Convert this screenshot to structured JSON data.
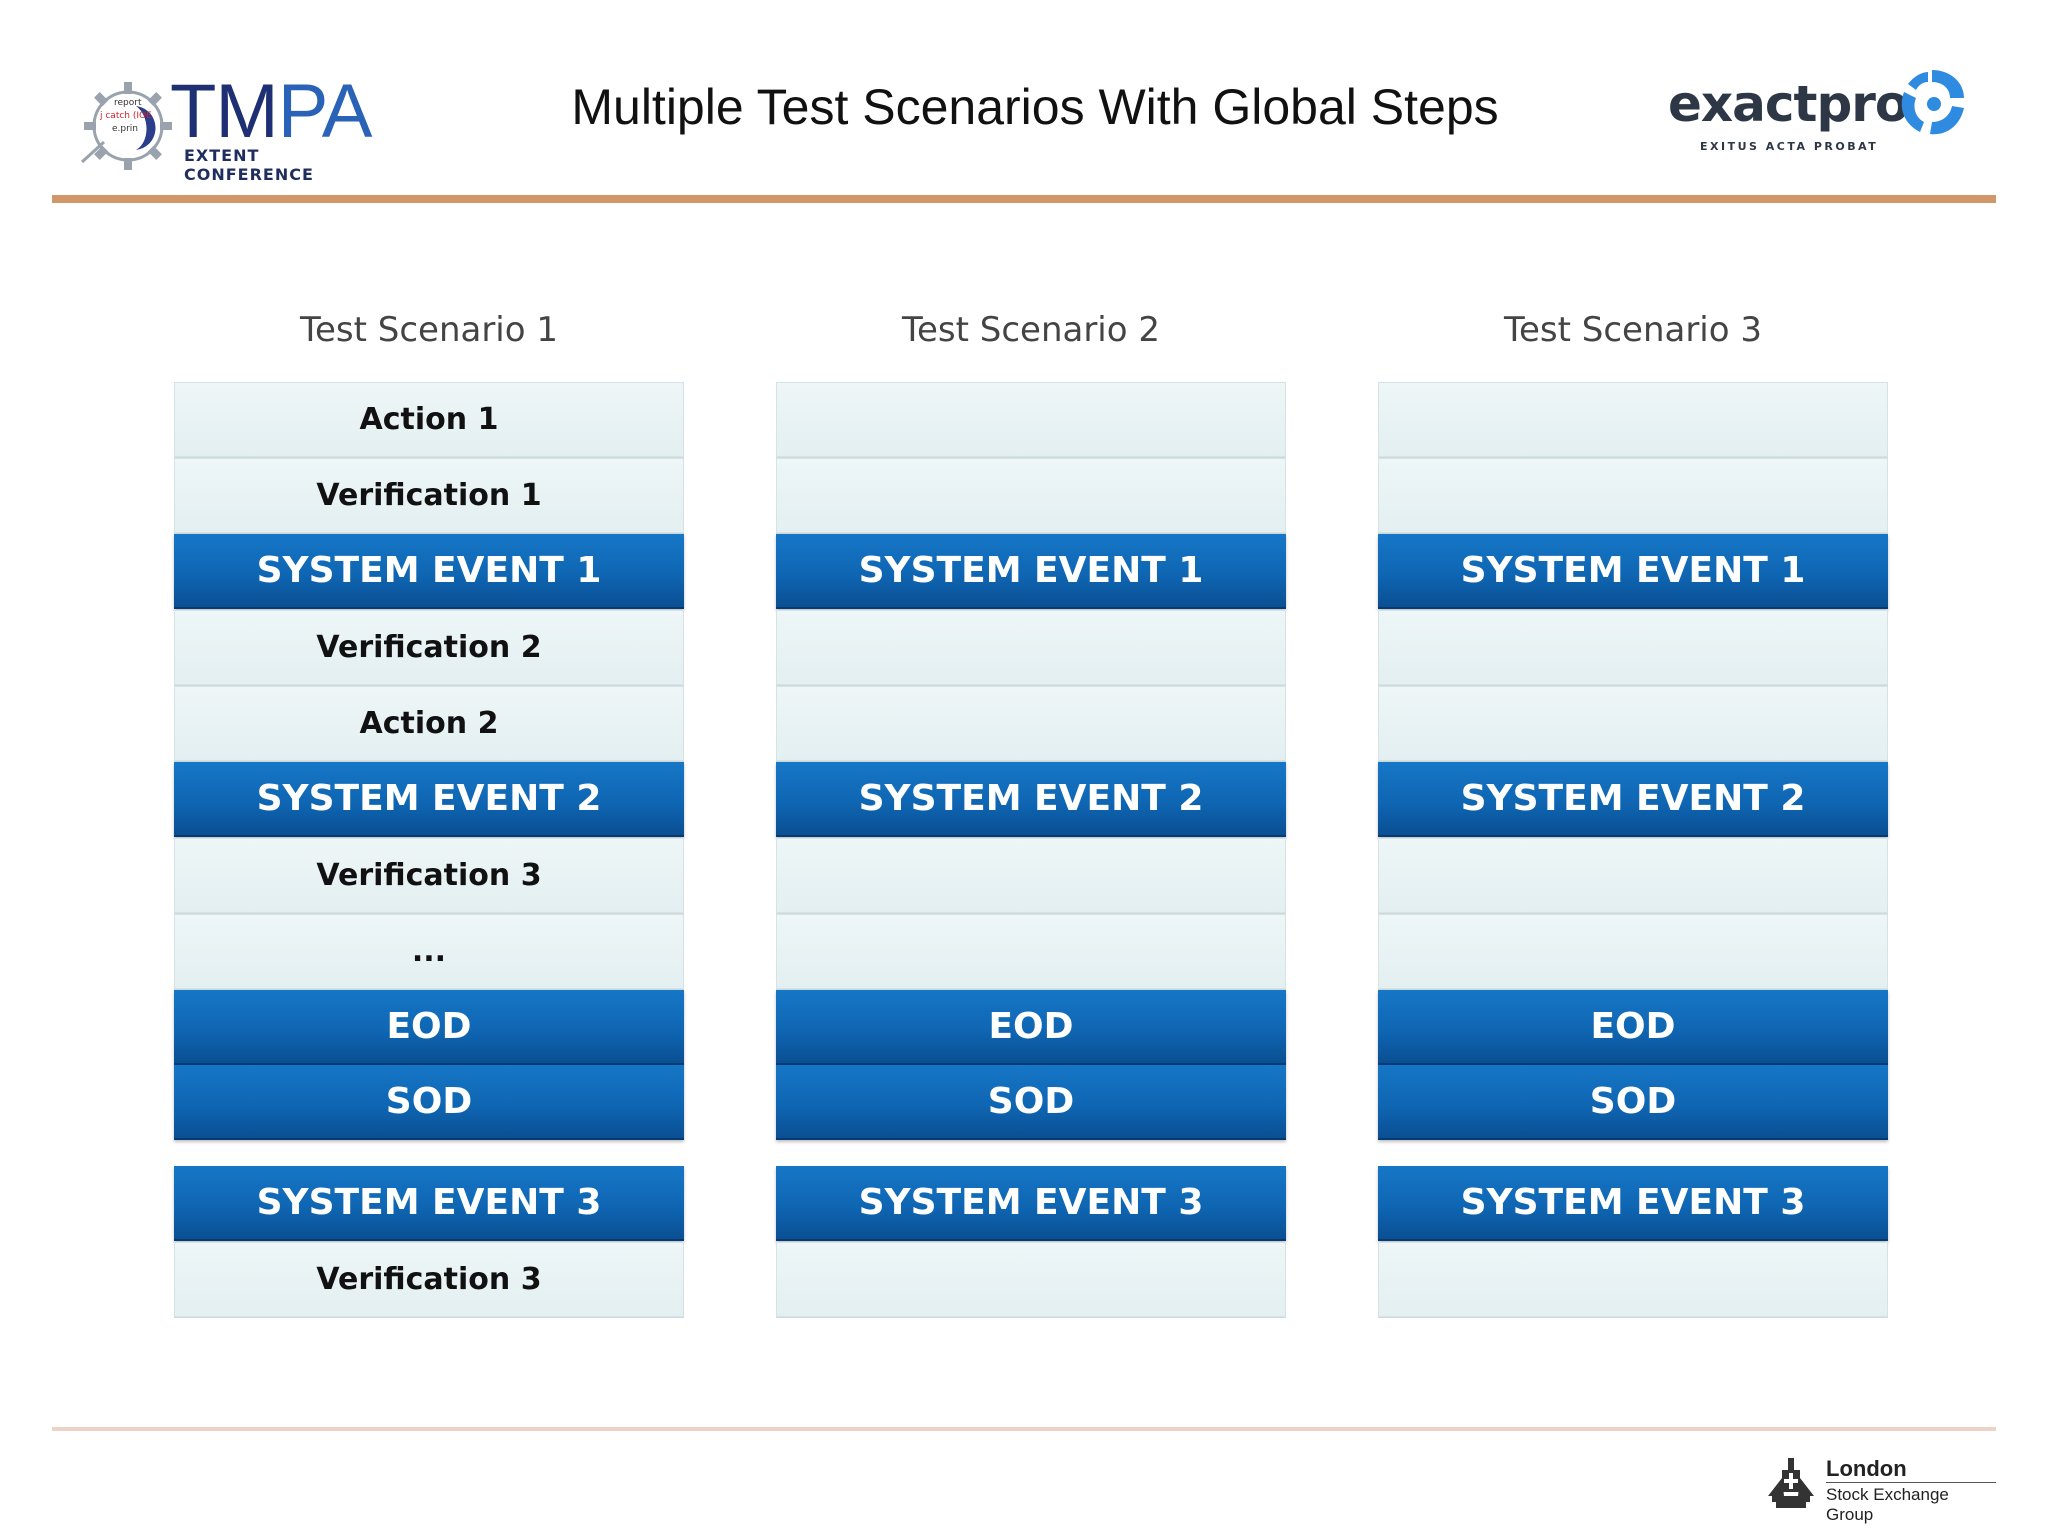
{
  "header": {
    "title": "Multiple Test Scenarios With Global Steps",
    "tmpa_logo": {
      "gear_lines": [
        "report",
        "j catch (IOE",
        "e.prin"
      ],
      "word_main": "TM",
      "word_accent": "PA",
      "subtitle": "EXTENT CONFERENCE"
    },
    "exactpro_logo": {
      "word": "exactpro",
      "tagline": "EXITUS ACTA PROBAT"
    }
  },
  "footer": {
    "lseg_logo": {
      "name": "London",
      "sub": "Stock Exchange Group"
    }
  },
  "colors": {
    "rule_top": "#d29668",
    "rule_bottom": "#edd3c5",
    "global_step": "#0f66b3",
    "local_step": "#e8f3f4"
  },
  "scenarios": [
    {
      "title": "Test Scenario 1",
      "steps": [
        {
          "label": "Action 1",
          "kind": "local"
        },
        {
          "label": "Verification 1",
          "kind": "local"
        },
        {
          "label": "SYSTEM EVENT 1",
          "kind": "global"
        },
        {
          "label": "Verification 2",
          "kind": "local"
        },
        {
          "label": "Action 2",
          "kind": "local"
        },
        {
          "label": "SYSTEM EVENT 2",
          "kind": "global"
        },
        {
          "label": "Verification 3",
          "kind": "local"
        },
        {
          "label": "...",
          "kind": "local"
        },
        {
          "label": "EOD",
          "kind": "global"
        },
        {
          "label": "SOD",
          "kind": "global"
        },
        {
          "label": "SYSTEM EVENT 3",
          "kind": "global"
        },
        {
          "label": "Verification 3",
          "kind": "local"
        }
      ]
    },
    {
      "title": "Test Scenario 2",
      "steps": [
        {
          "label": "",
          "kind": "local"
        },
        {
          "label": "",
          "kind": "local"
        },
        {
          "label": "SYSTEM EVENT 1",
          "kind": "global"
        },
        {
          "label": "",
          "kind": "local"
        },
        {
          "label": "",
          "kind": "local"
        },
        {
          "label": "SYSTEM EVENT 2",
          "kind": "global"
        },
        {
          "label": "",
          "kind": "local"
        },
        {
          "label": "",
          "kind": "local"
        },
        {
          "label": "EOD",
          "kind": "global"
        },
        {
          "label": "SOD",
          "kind": "global"
        },
        {
          "label": "SYSTEM EVENT 3",
          "kind": "global"
        },
        {
          "label": "",
          "kind": "local"
        }
      ]
    },
    {
      "title": "Test Scenario 3",
      "steps": [
        {
          "label": "",
          "kind": "local"
        },
        {
          "label": "",
          "kind": "local"
        },
        {
          "label": "SYSTEM EVENT 1",
          "kind": "global"
        },
        {
          "label": "",
          "kind": "local"
        },
        {
          "label": "",
          "kind": "local"
        },
        {
          "label": "SYSTEM EVENT 2",
          "kind": "global"
        },
        {
          "label": "",
          "kind": "local"
        },
        {
          "label": "",
          "kind": "local"
        },
        {
          "label": "EOD",
          "kind": "global"
        },
        {
          "label": "SOD",
          "kind": "global"
        },
        {
          "label": "SYSTEM EVENT 3",
          "kind": "global"
        },
        {
          "label": "",
          "kind": "local"
        }
      ]
    }
  ]
}
